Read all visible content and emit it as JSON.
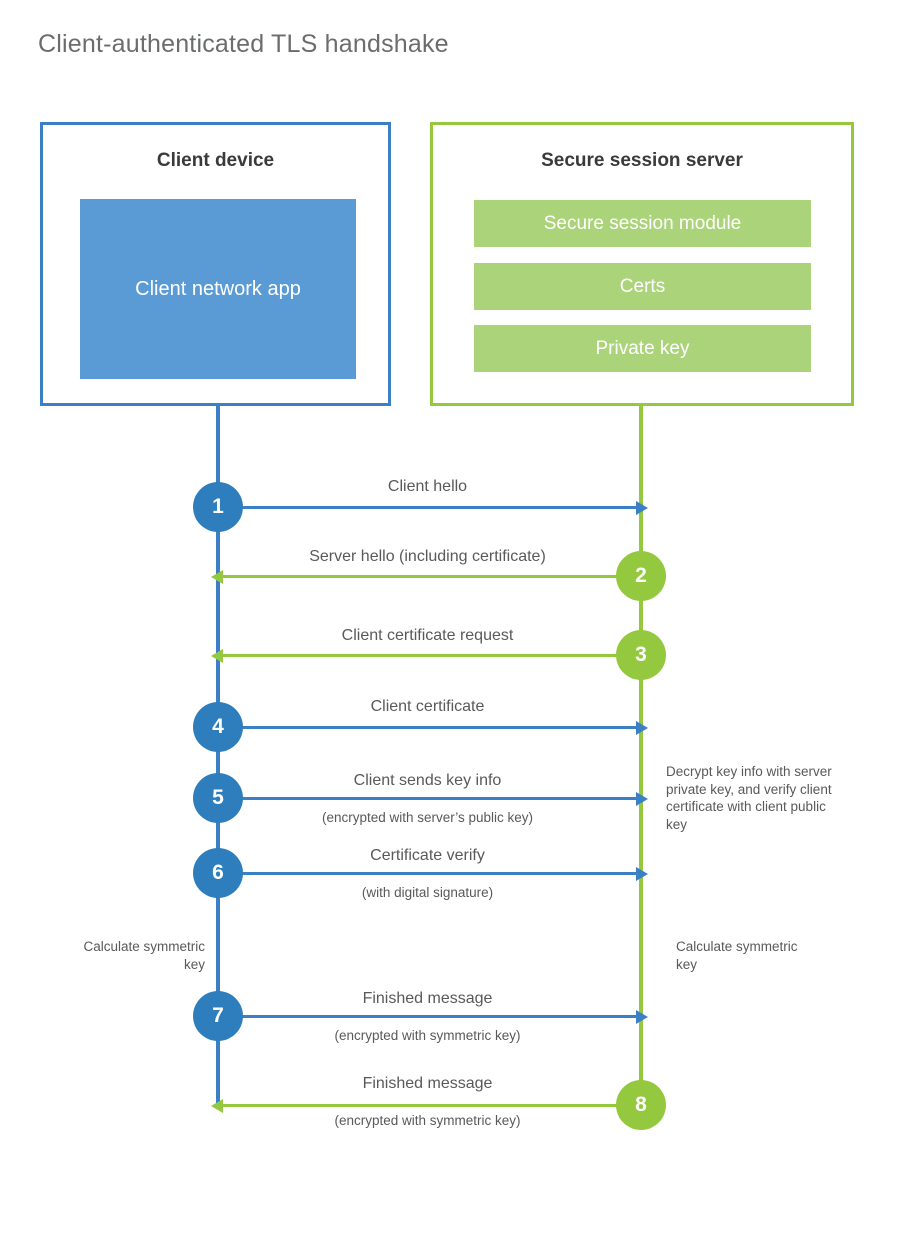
{
  "title": "Client-authenticated TLS handshake",
  "colors": {
    "blue_line": "#3b7fc4",
    "blue_circle": "#2e7ebd",
    "blue_fill": "#5b9bd5",
    "green_line": "#93c83f",
    "green_fill": "#abd47a",
    "text": "#58595b",
    "heading": "#3a3a3c",
    "background": "#ffffff"
  },
  "client_panel": {
    "title": "Client device",
    "app_label": "Client network app"
  },
  "server_panel": {
    "title": "Secure session server",
    "modules": [
      "Secure session module",
      "Certs",
      "Private key"
    ]
  },
  "steps": [
    {
      "number": "1",
      "label": "Client hello",
      "sub": "",
      "direction": "client-to-server",
      "color": "blue"
    },
    {
      "number": "2",
      "label": "Server hello (including certificate)",
      "sub": "",
      "direction": "server-to-client",
      "color": "green"
    },
    {
      "number": "3",
      "label": "Client certificate request",
      "sub": "",
      "direction": "server-to-client",
      "color": "green"
    },
    {
      "number": "4",
      "label": "Client certificate",
      "sub": "",
      "direction": "client-to-server",
      "color": "blue"
    },
    {
      "number": "5",
      "label": "Client sends key info",
      "sub": "(encrypted with server’s public key)",
      "direction": "client-to-server",
      "color": "blue"
    },
    {
      "number": "6",
      "label": "Certificate verify",
      "sub": "(with digital signature)",
      "direction": "client-to-server",
      "color": "blue"
    },
    {
      "number": "7",
      "label": "Finished message",
      "sub": "(encrypted with symmetric key)",
      "direction": "client-to-server",
      "color": "blue"
    },
    {
      "number": "8",
      "label": "Finished message",
      "sub": "(encrypted with symmetric key)",
      "direction": "server-to-client",
      "color": "green"
    }
  ],
  "annotations": {
    "server_decrypt": "Decrypt key info with server private key, and verify client certificate with client public key",
    "client_calculate": "Calculate symmetric key",
    "server_calculate": "Calculate symmetric key"
  }
}
